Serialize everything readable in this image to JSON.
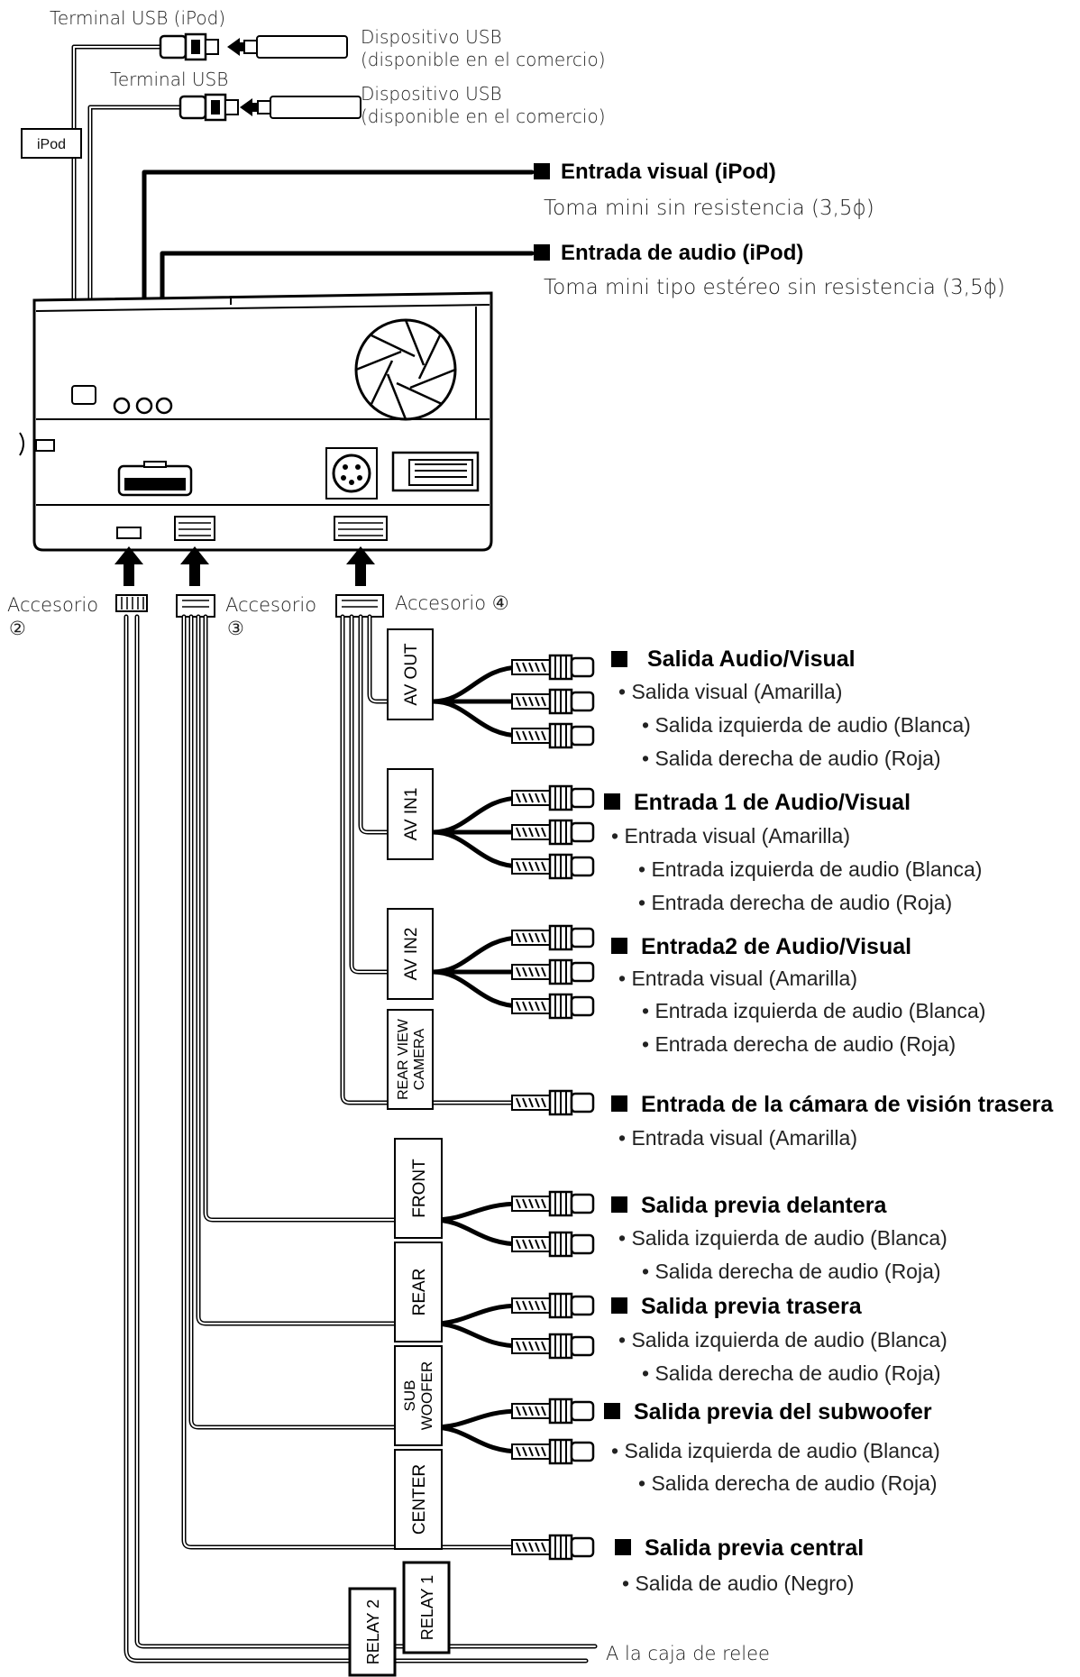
{
  "usb": {
    "terminal_ipod": "Terminal USB (iPod)",
    "terminal": "Terminal USB",
    "device_line1": "Dispositivo USB",
    "device_line2": "(disponible en el comercio)",
    "ipod_box": "iPod"
  },
  "inputs": {
    "visual_title": "Entrada visual (iPod)",
    "visual_desc": "Toma mini sin resistencia (3,5ϕ)",
    "audio_title": "Entrada de audio (iPod)",
    "audio_desc": "Toma mini tipo estéreo sin resistencia (3,5ϕ)"
  },
  "accessories": {
    "acc2": "Accesorio",
    "acc2_num": "②",
    "acc3": "Accesorio",
    "acc3_num": "③",
    "acc4": "Accesorio ④"
  },
  "cable_tags": {
    "av_out": "AV OUT",
    "av_in1": "AV IN1",
    "av_in2": "AV IN2",
    "rear_view_1": "REAR VIEW",
    "rear_view_2": "CAMERA",
    "front": "FRONT",
    "rear": "REAR",
    "sub_1": "SUB",
    "sub_2": "WOOFER",
    "center": "CENTER",
    "relay1": "RELAY 1",
    "relay2": "RELAY 2"
  },
  "outputs": [
    {
      "title": "Salida   Audio/Visual",
      "items": [
        "• Salida visual (Amarilla)",
        "• Salida izquierda de audio (Blanca)",
        "• Salida derecha de audio (Roja)"
      ]
    },
    {
      "title": "Entrada 1 de Audio/Visual",
      "items": [
        "• Entrada visual (Amarilla)",
        "• Entrada izquierda de audio (Blanca)",
        "• Entrada derecha de audio (Roja)"
      ]
    },
    {
      "title": "Entrada2 de Audio/Visual",
      "items": [
        "• Entrada visual (Amarilla)",
        "• Entrada izquierda de audio (Blanca)",
        "• Entrada derecha de audio (Roja)"
      ]
    },
    {
      "title": "Entrada de la cámara de visión trasera",
      "items": [
        "• Entrada visual (Amarilla)"
      ]
    },
    {
      "title": "Salida previa delantera",
      "items": [
        "• Salida izquierda de audio (Blanca)",
        "• Salida derecha de audio (Roja)"
      ]
    },
    {
      "title": "Salida previa trasera",
      "items": [
        "• Salida izquierda de audio (Blanca)",
        "• Salida derecha de audio (Roja)"
      ]
    },
    {
      "title": "Salida previa del subwoofer",
      "items": [
        "• Salida izquierda de audio (Blanca)",
        "• Salida derecha de audio (Roja)"
      ]
    },
    {
      "title": "Salida previa central",
      "items": [
        "• Salida de audio (Negro)"
      ]
    }
  ],
  "relay_box": "A la caja de relee"
}
